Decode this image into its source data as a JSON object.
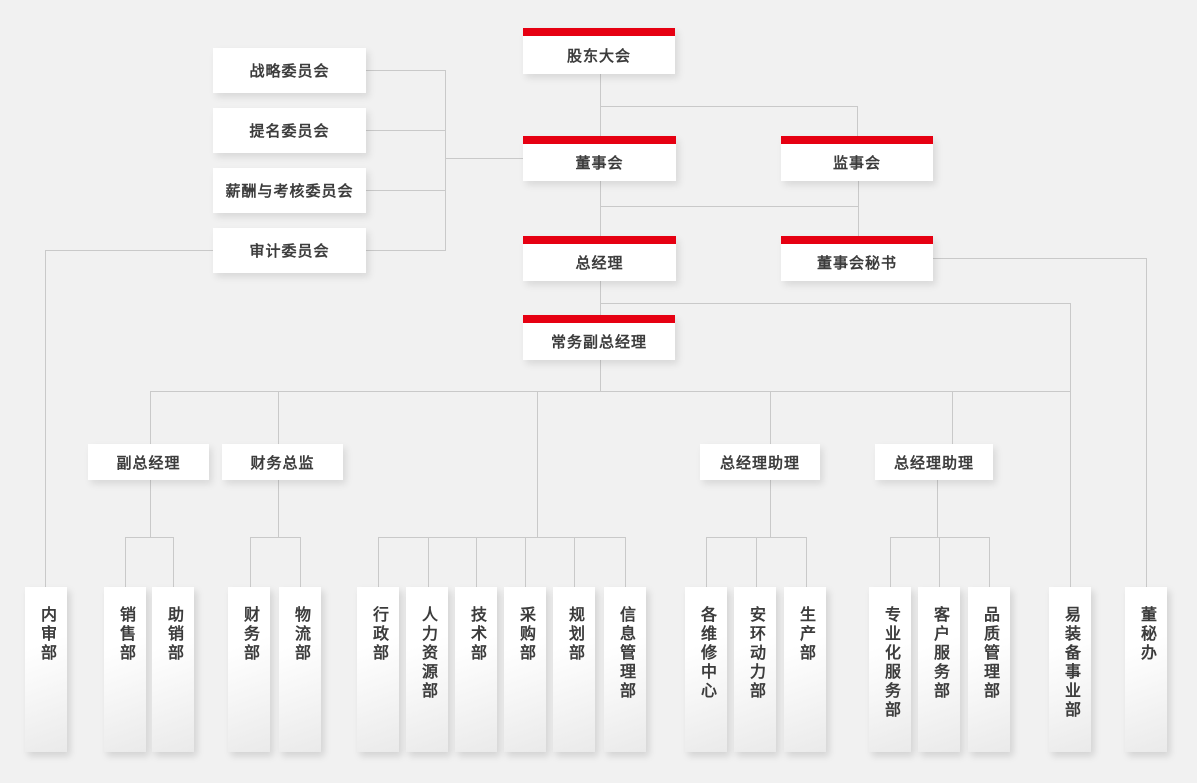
{
  "colors": {
    "background": "#f1f1f1",
    "box": "#ffffff",
    "accent_red": "#e60012",
    "line": "#c9c9c9",
    "text": "#3c3c3c"
  },
  "nodes": {
    "shareholders_meeting": "股东大会",
    "board_of_directors": "董事会",
    "supervisory_board": "监事会",
    "general_manager": "总经理",
    "board_secretary": "董事会秘书",
    "executive_deputy_gm": "常务副总经理",
    "committees": [
      "战略委员会",
      "提名委员会",
      "薪酬与考核委员会",
      "审计委员会"
    ],
    "mid_managers": [
      "副总经理",
      "财务总监",
      "总经理助理",
      "总经理助理"
    ],
    "departments": [
      "内审部",
      "销售部",
      "助销部",
      "财务部",
      "物流部",
      "行政部",
      "人力资源部",
      "技术部",
      "采购部",
      "规划部",
      "信息管理部",
      "各维修中心",
      "安环动力部",
      "生产部",
      "专业化服务部",
      "客户服务部",
      "品质管理部",
      "易装备事业部",
      "董秘办"
    ]
  }
}
